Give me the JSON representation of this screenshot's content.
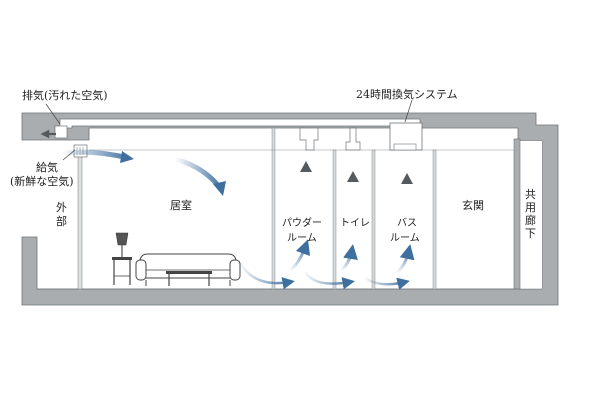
{
  "labels": {
    "exhaust": "排気(汚れた空気)",
    "supply": "給気",
    "supply_sub": "(新鮮な空気)",
    "system": "24時間換気システム",
    "outside_1": "外",
    "outside_2": "部",
    "living": "居室",
    "powder_1": "パウダー",
    "powder_2": "ルーム",
    "toilet": "トイレ",
    "bath_1": "バス",
    "bath_2": "ルーム",
    "entrance": "玄関",
    "corridor_1": "共",
    "corridor_2": "用",
    "corridor_3": "廊",
    "corridor_4": "下"
  },
  "colors": {
    "structure": "#a9adb0",
    "structure_edge": "#6f7478",
    "duct": "#ffffff",
    "supply_arrow": "#3f6f9f",
    "exhaust_arrow": "#555a5e",
    "furniture": "#444444"
  },
  "icons": {
    "exhaust_vent": "exhaust-vent-icon",
    "supply_vent": "supply-vent-icon",
    "ventilation_unit": "ventilation-unit-icon",
    "sofa": "sofa-icon",
    "lamp": "lamp-icon",
    "table": "coffee-table-icon"
  }
}
